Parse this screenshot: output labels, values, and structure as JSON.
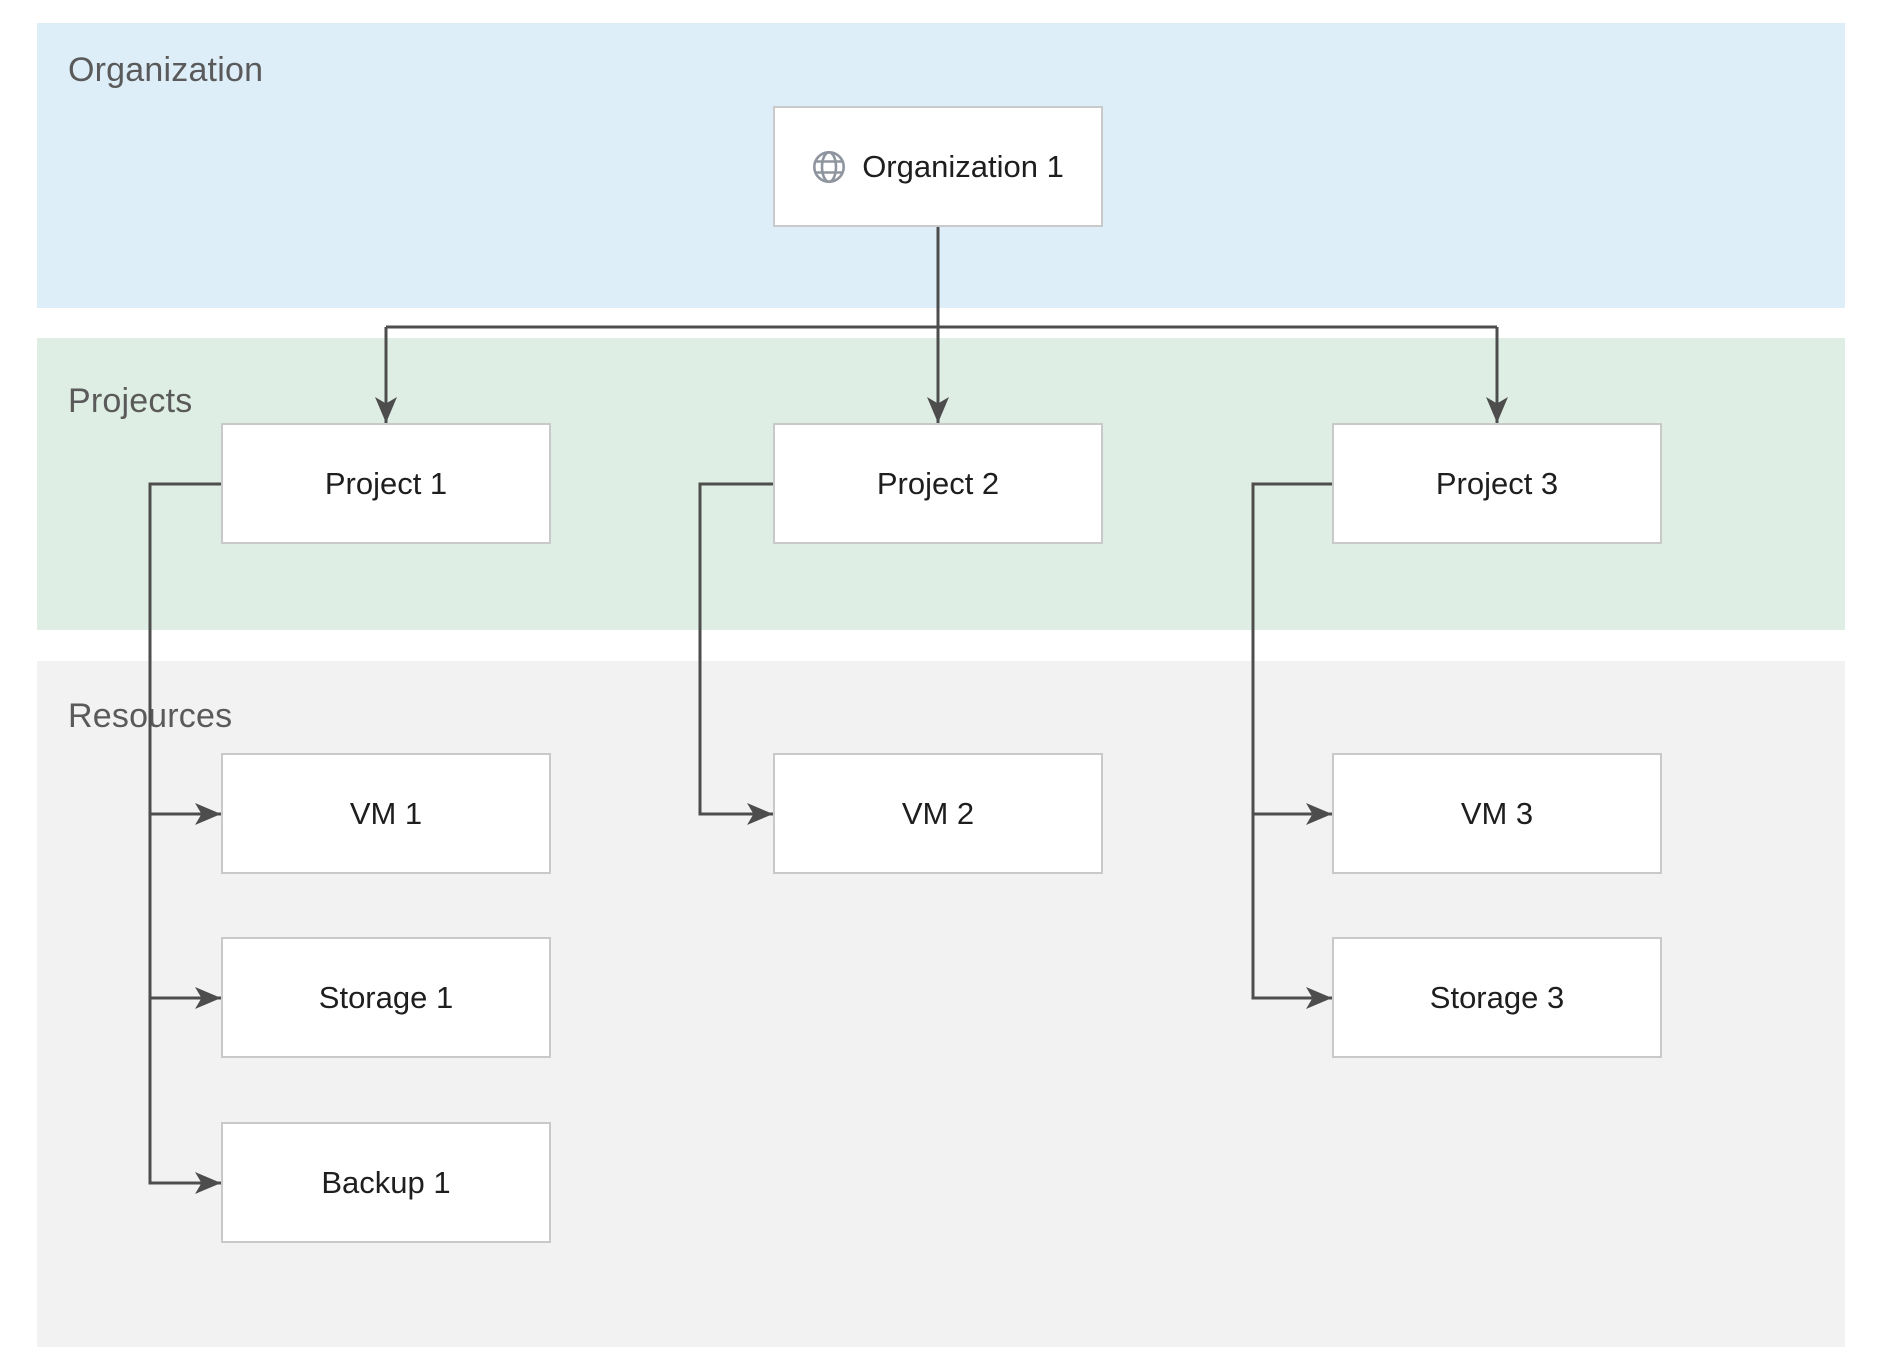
{
  "diagram": {
    "type": "hierarchy",
    "lanes": [
      {
        "id": "organization",
        "label": "Organization",
        "color": "#ddeef9"
      },
      {
        "id": "projects",
        "label": "Projects",
        "color": "#dfeee4"
      },
      {
        "id": "resources",
        "label": "Resources",
        "color": "#f2f2f2"
      }
    ],
    "nodes": [
      {
        "id": "org1",
        "label": "Organization 1",
        "lane": "organization",
        "icon": "globe-icon"
      },
      {
        "id": "project1",
        "label": "Project 1",
        "lane": "projects"
      },
      {
        "id": "project2",
        "label": "Project 2",
        "lane": "projects"
      },
      {
        "id": "project3",
        "label": "Project 3",
        "lane": "projects"
      },
      {
        "id": "vm1",
        "label": "VM 1",
        "lane": "resources"
      },
      {
        "id": "vm2",
        "label": "VM 2",
        "lane": "resources"
      },
      {
        "id": "vm3",
        "label": "VM 3",
        "lane": "resources"
      },
      {
        "id": "storage1",
        "label": "Storage 1",
        "lane": "resources"
      },
      {
        "id": "storage3",
        "label": "Storage 3",
        "lane": "resources"
      },
      {
        "id": "backup1",
        "label": "Backup 1",
        "lane": "resources"
      }
    ],
    "edges": [
      {
        "from": "org1",
        "to": "project1"
      },
      {
        "from": "org1",
        "to": "project2"
      },
      {
        "from": "org1",
        "to": "project3"
      },
      {
        "from": "project1",
        "to": "vm1"
      },
      {
        "from": "project1",
        "to": "storage1"
      },
      {
        "from": "project1",
        "to": "backup1"
      },
      {
        "from": "project2",
        "to": "vm2"
      },
      {
        "from": "project3",
        "to": "vm3"
      },
      {
        "from": "project3",
        "to": "storage3"
      }
    ],
    "colors": {
      "connector": "#4d4d4d",
      "node_border": "#c9c9c9",
      "node_fill": "#ffffff",
      "lane_label_text": "#5a5a5a",
      "node_text": "#1e1e1e",
      "globe_icon": "#8f959e"
    }
  }
}
